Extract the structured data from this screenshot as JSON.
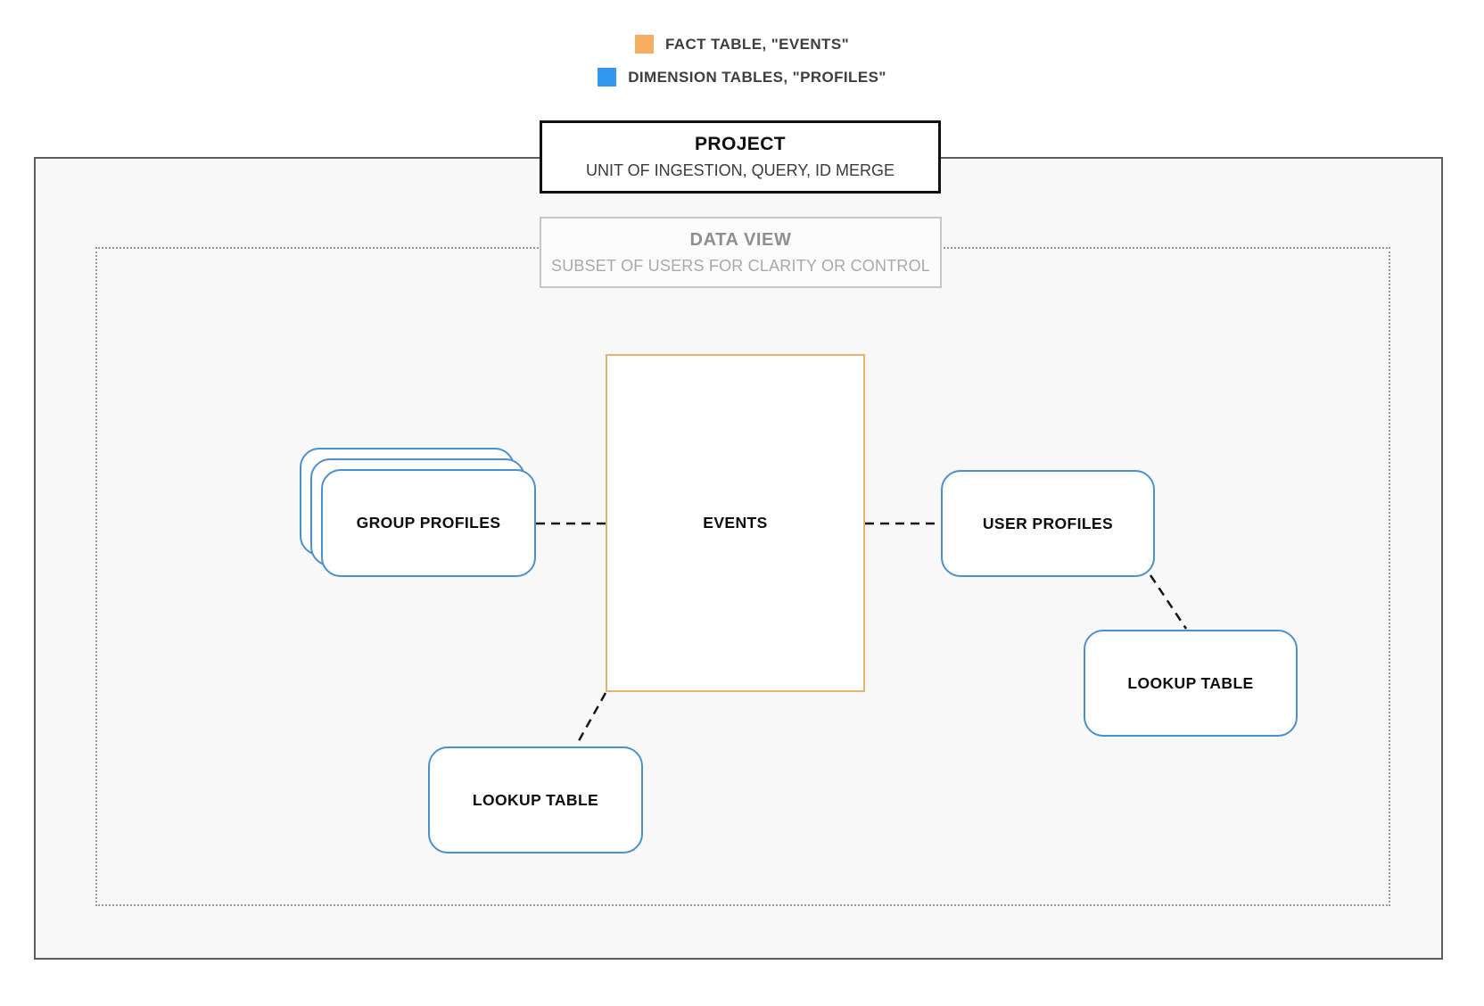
{
  "legend": {
    "items": [
      {
        "name": "fact-table",
        "label": "FACT TABLE, \"EVENTS\"",
        "color": "#F6AD60"
      },
      {
        "name": "dimension-tables",
        "label": "DIMENSION TABLES, \"PROFILES\"",
        "color": "#3498F0"
      }
    ]
  },
  "project": {
    "title": "PROJECT",
    "subtitle": "UNIT OF INGESTION, QUERY, ID MERGE"
  },
  "data_view": {
    "title": "DATA VIEW",
    "subtitle": "SUBSET OF USERS FOR CLARITY OR CONTROL"
  },
  "nodes": {
    "events": {
      "label": "EVENTS",
      "role": "fact-table"
    },
    "group_profiles": {
      "label": "GROUP PROFILES",
      "role": "dimension-table",
      "stacked": true
    },
    "user_profiles": {
      "label": "USER PROFILES",
      "role": "dimension-table"
    },
    "lookup_right": {
      "label": "LOOKUP TABLE",
      "role": "dimension-table"
    },
    "lookup_bottom": {
      "label": "LOOKUP TABLE",
      "role": "dimension-table"
    }
  },
  "edges": [
    {
      "from": "group_profiles",
      "to": "events",
      "style": "dashed"
    },
    {
      "from": "events",
      "to": "user_profiles",
      "style": "dashed"
    },
    {
      "from": "user_profiles",
      "to": "lookup_right",
      "style": "dashed"
    },
    {
      "from": "events",
      "to": "lookup_bottom",
      "style": "dashed"
    }
  ],
  "colors": {
    "fact_border": "#E9B173",
    "dimension_border": "#4A90CE",
    "legend_fact_swatch": "#F6AD60",
    "legend_dimension_swatch": "#3498F0",
    "outer_border": "#5E5E5E",
    "dotted_border": "#979797",
    "connector": "#161616"
  }
}
